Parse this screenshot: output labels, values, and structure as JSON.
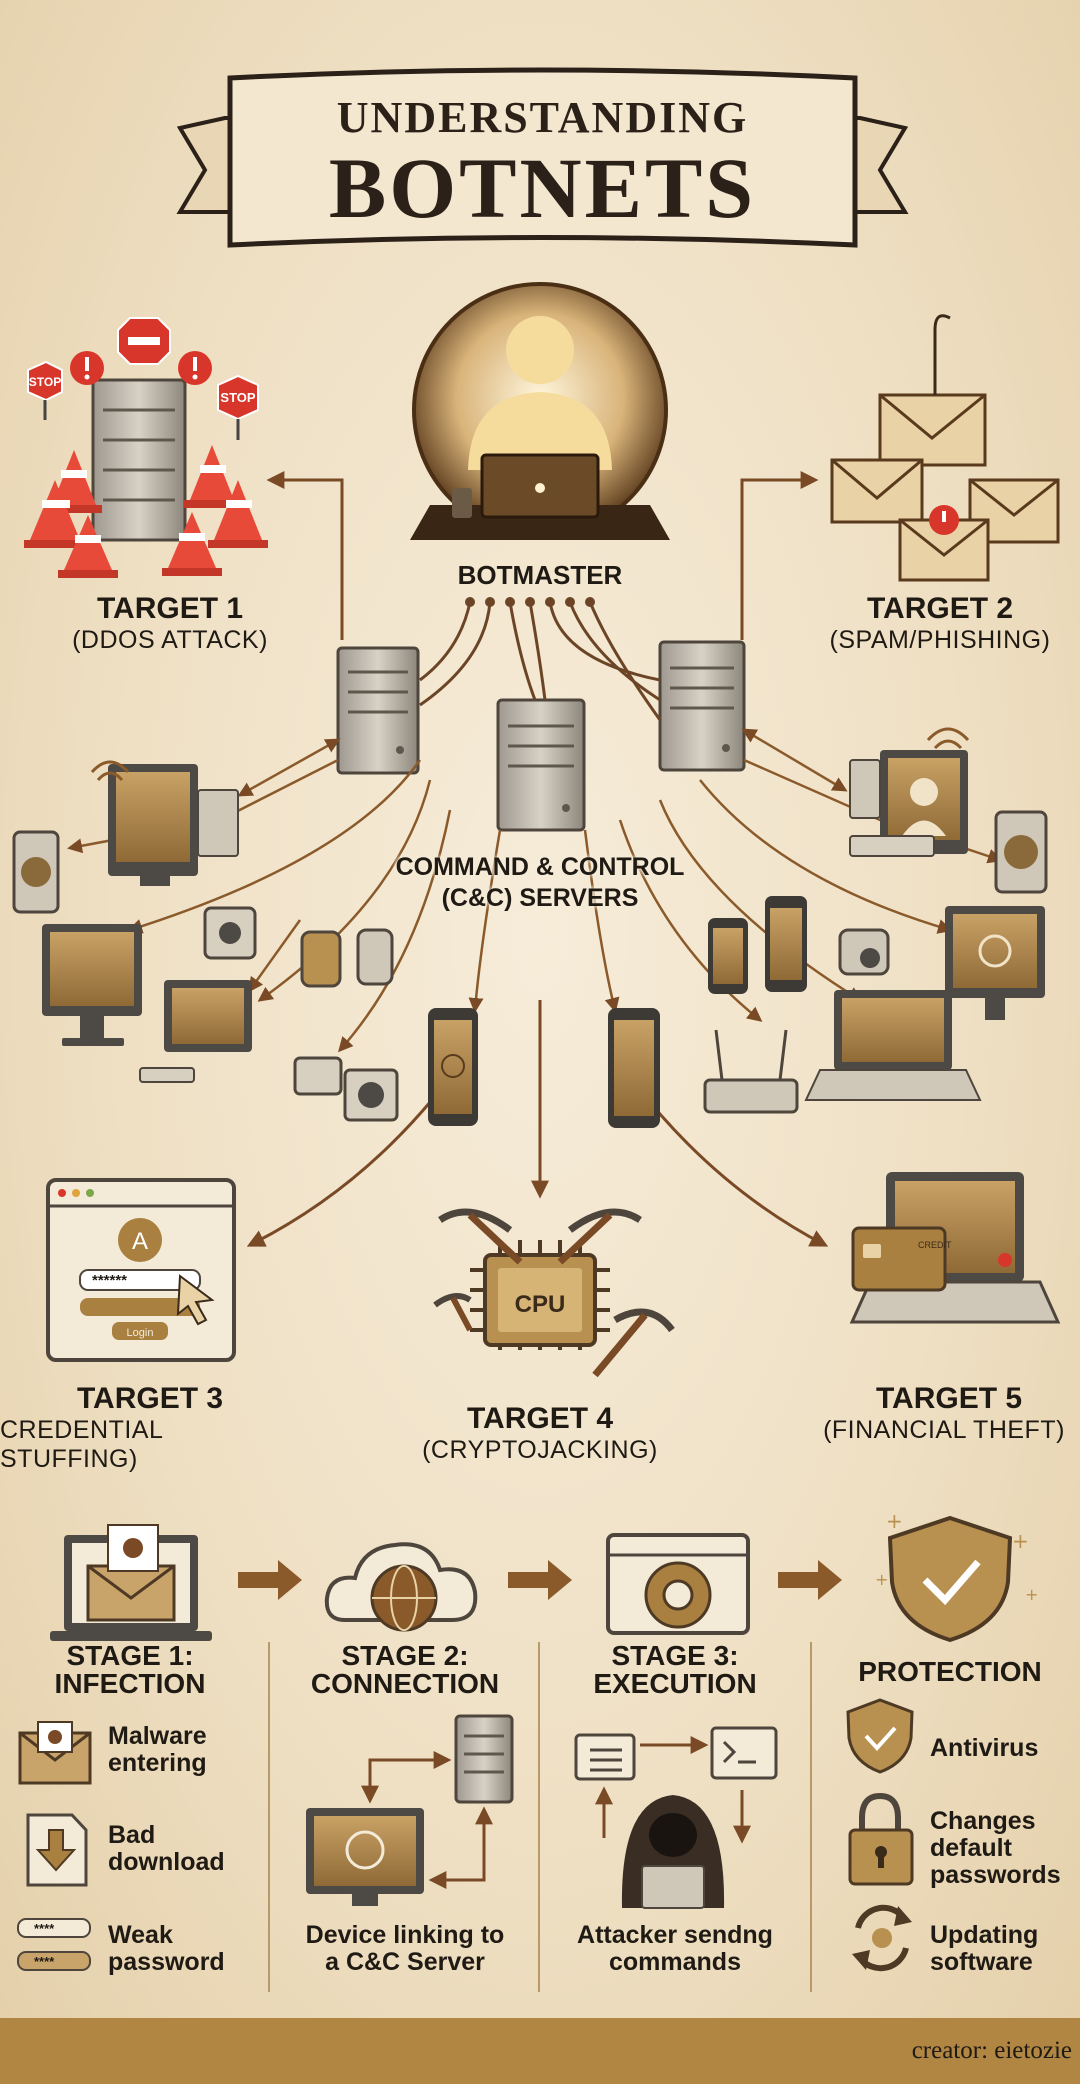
{
  "title": {
    "line1": "UNDERSTANDING",
    "line2": "BOTNETS"
  },
  "botmaster": {
    "label": "BOTMASTER"
  },
  "cc_servers": {
    "line1": "COMMAND & CONTROL",
    "line2": "(C&C) SERVERS"
  },
  "targets": [
    {
      "title": "TARGET 1",
      "subtitle": "(DDOS ATTACK)"
    },
    {
      "title": "TARGET 2",
      "subtitle": "(SPAM/PHISHING)"
    },
    {
      "title": "TARGET 3",
      "subtitle": "CREDENTIAL STUFFING)"
    },
    {
      "title": "TARGET 4",
      "subtitle": "(CRYPTOJACKING)"
    },
    {
      "title": "TARGET 5",
      "subtitle": "(FINANCIAL THEFT)"
    }
  ],
  "icon_text": {
    "stop_sign": "STOP",
    "cpu": "CPU",
    "login_letter": "A",
    "login_password": "******",
    "login_button": "Login",
    "password_mask": "****",
    "card_brand": "CREDIT"
  },
  "stages": [
    {
      "line1": "STAGE 1:",
      "line2": "INFECTION",
      "items": [
        {
          "text1": "Malware",
          "text2": "entering",
          "icon": "malware-envelope-icon"
        },
        {
          "text1": "Bad",
          "text2": "download",
          "icon": "download-file-icon"
        },
        {
          "text1": "Weak",
          "text2": "password",
          "icon": "password-field-icon"
        }
      ]
    },
    {
      "line1": "STAGE 2:",
      "line2": "CONNECTION",
      "caption1": "Device linking to",
      "caption2": "a C&C Server"
    },
    {
      "line1": "STAGE 3:",
      "line2": "EXECUTION",
      "caption1": "Attacker sendng",
      "caption2": "commands"
    },
    {
      "line1": "PROTECTION",
      "items": [
        {
          "text1": "Antivirus",
          "icon": "shield-check-icon"
        },
        {
          "text1": "Changes",
          "text2": "default",
          "text3": "passwords",
          "icon": "padlock-icon"
        },
        {
          "text1": "Updating",
          "text2": "software",
          "icon": "refresh-cycle-icon"
        }
      ]
    }
  ],
  "footer": {
    "credit": "creator: eietozie"
  },
  "colors": {
    "background": "#efe0c4",
    "brown": "#8a5a2b",
    "gold": "#c9a46a",
    "red": "#d9362b",
    "footer": "#b08642"
  }
}
